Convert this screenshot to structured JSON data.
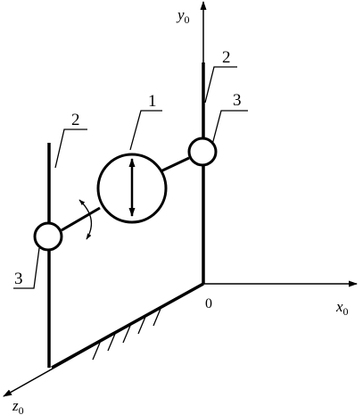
{
  "axes": {
    "y": {
      "name": "y",
      "subscript": "0"
    },
    "x": {
      "name": "x",
      "subscript": "0"
    },
    "z": {
      "name": "z",
      "subscript": "0"
    },
    "origin": "0"
  },
  "callouts": {
    "body": "1",
    "rod_right": "2",
    "joint_right": "3",
    "rod_left": "2",
    "joint_left": "3"
  }
}
